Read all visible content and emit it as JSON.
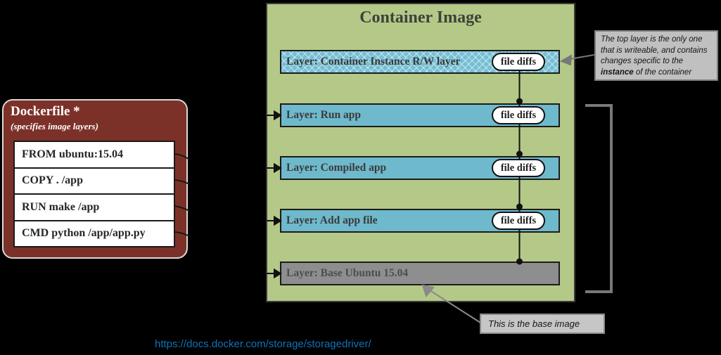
{
  "dockerfile": {
    "title": "Dockerfile *",
    "subtitle": "(specifies image layers)",
    "rows": [
      {
        "text": "FROM ubuntu:15.04"
      },
      {
        "text": "COPY . /app"
      },
      {
        "text": "RUN make /app"
      },
      {
        "text": "CMD python /app/app.py"
      }
    ]
  },
  "container": {
    "title": "Container Image",
    "layers": [
      {
        "label": "Layer: Container Instance R/W layer",
        "badge": "file diffs",
        "style": "hatched"
      },
      {
        "label": "Layer: Run app",
        "badge": "file diffs",
        "style": "blue"
      },
      {
        "label": "Layer: Compiled app",
        "badge": "file diffs",
        "style": "blue"
      },
      {
        "label": "Layer: Add app file",
        "badge": "file diffs",
        "style": "blue"
      },
      {
        "label": "Layer: Base Ubuntu 15.04",
        "badge": "",
        "style": "gray"
      }
    ]
  },
  "notes": {
    "top_note": {
      "lines": [
        "The top layer is the only one",
        "that is writeable, and contains",
        "changes specific to the"
      ],
      "last_line_bold": "instance",
      "last_line_rest": " of the container"
    },
    "base_note": {
      "text": "This is the base image"
    }
  },
  "footer": {
    "source_url": "https://docs.docker.com/storage/storagedriver/"
  },
  "colors": {
    "background": "#000000",
    "container_green": "#b4c987",
    "layer_blue": "#6fb9cc",
    "layer_rw_blue": "#76bfd4",
    "layer_gray": "#8e8e8e",
    "dockerfile_red": "#7c3128",
    "note_gray": "#c0c0c0",
    "url_blue": "#1173b8"
  }
}
